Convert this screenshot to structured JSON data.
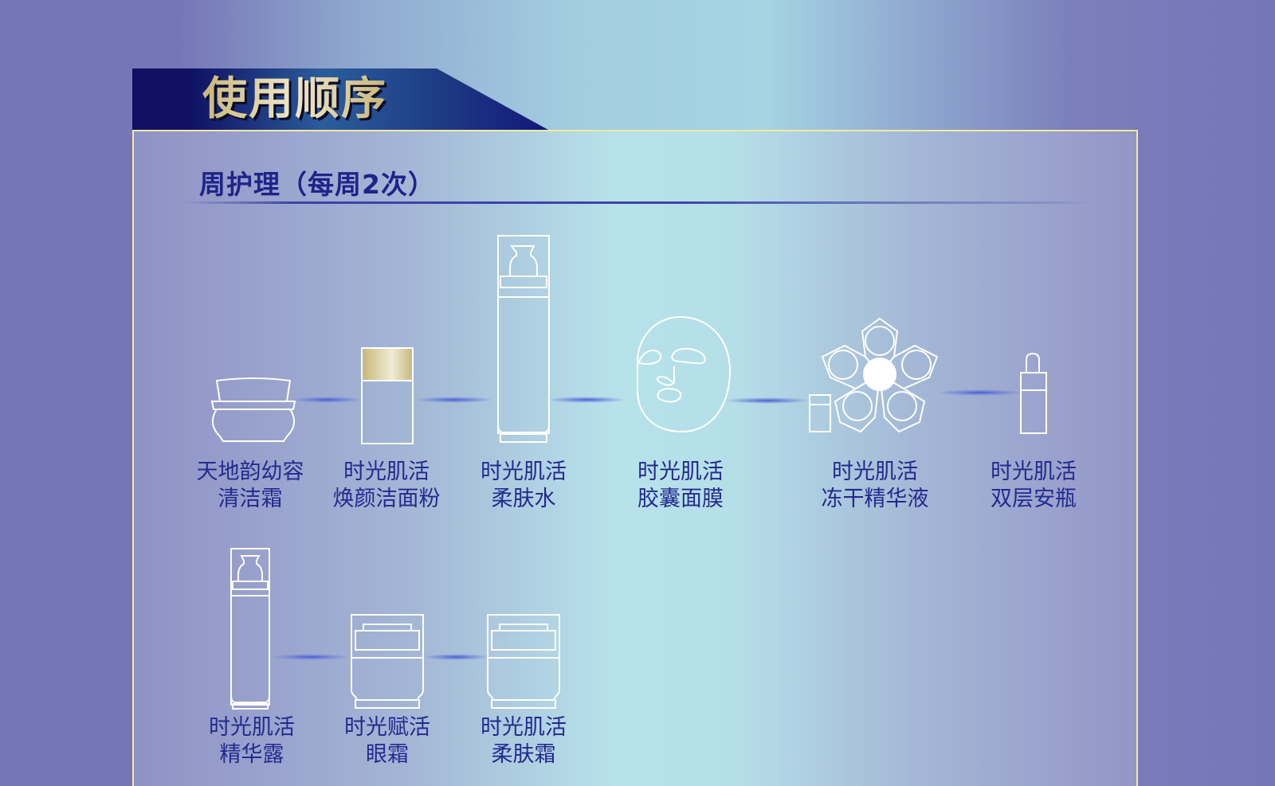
{
  "header": {
    "title": "使用顺序"
  },
  "section": {
    "title": "周护理（每周2次）"
  },
  "colors": {
    "background": "#7576b6",
    "header_band": "#101163",
    "title_gold": "#e2d6a4",
    "panel_border": "#f2e9a0",
    "label_text": "#232a8f",
    "icon_stroke": "#ffffff"
  },
  "row1": [
    {
      "icon": "cream-jar-icon",
      "line1": "天地韵幼容",
      "line2": "清洁霜"
    },
    {
      "icon": "powder-bottle-icon",
      "line1": "时光肌活",
      "line2": "焕颜洁面粉"
    },
    {
      "icon": "pump-bottle-icon",
      "line1": "时光肌活",
      "line2": "柔肤水"
    },
    {
      "icon": "face-mask-icon",
      "line1": "时光肌活",
      "line2": "胶囊面膜"
    },
    {
      "icon": "freeze-dried-capsules-icon",
      "line1": "时光肌活",
      "line2": "冻干精华液"
    },
    {
      "icon": "dropper-vial-icon",
      "line1": "时光肌活",
      "line2": "双层安瓶"
    }
  ],
  "row2": [
    {
      "icon": "pump-bottle-icon",
      "line1": "时光肌活",
      "line2": "精华露"
    },
    {
      "icon": "cream-jar-icon",
      "line1": "时光赋活",
      "line2": "眼霜"
    },
    {
      "icon": "cream-jar-icon",
      "line1": "时光肌活",
      "line2": "柔肤霜"
    }
  ]
}
